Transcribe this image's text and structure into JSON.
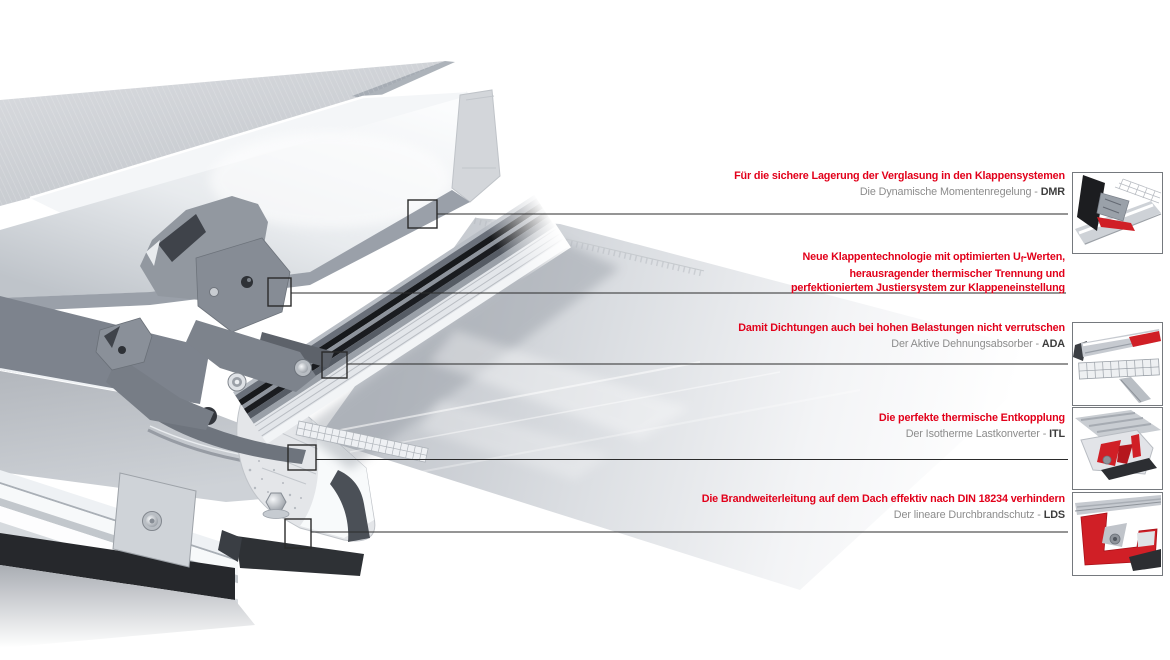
{
  "colors": {
    "accent_red": "#e2001a",
    "sub_gray": "#8c8c8c",
    "abbr_dark": "#3d3d3d",
    "connector_line": "#2b2b2b",
    "background": "#ffffff"
  },
  "annotations": [
    {
      "id": "dmr",
      "heading": "Für die sichere Lagerung der Verglasung in den Klappensystemen",
      "sub_prefix": "Die Dynamische Momentenregelung - ",
      "sub_abbr": "DMR",
      "thumb_icon": "dmr-glazing-bar-cross-section-thumbnail"
    },
    {
      "id": "klappentechnologie",
      "heading_line1_pre": "Neue Klappentechnologie mit optimierten U",
      "heading_line1_sub": "f",
      "heading_line1_post": "-Werten,",
      "heading_line2": "herausragender thermischer Trennung und",
      "heading_line3": "perfektioniertem Justiersystem zur Klappeneinstellung"
    },
    {
      "id": "ada",
      "heading": "Damit Dichtungen auch bei hohen Belastungen nicht verrutschen",
      "sub_prefix": "Der Aktive Dehnungsabsorber - ",
      "sub_abbr": "ADA",
      "thumb_icon": "ada-expansion-absorber-cross-section-thumbnail"
    },
    {
      "id": "itl",
      "heading": "Die perfekte thermische Entkopplung",
      "sub_prefix": "Der Isotherme Lastkonverter - ",
      "sub_abbr": "ITL",
      "thumb_icon": "itl-load-converter-cross-section-thumbnail"
    },
    {
      "id": "lds",
      "heading": "Die Brandweiterleitung auf dem Dach effektiv nach DIN 18234 verhindern",
      "sub_prefix": "Der lineare Durchbrandschutz - ",
      "sub_abbr": "LDS",
      "thumb_icon": "lds-fire-protection-cross-section-thumbnail"
    }
  ]
}
